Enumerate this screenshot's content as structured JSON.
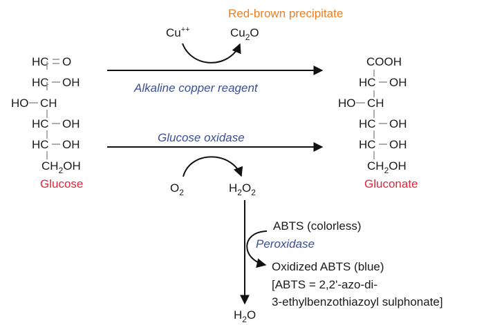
{
  "glucose": {
    "line1": "HC",
    "line1b": "O",
    "line2": "HC",
    "line2b": "OH",
    "line3a": "HO",
    "line3": "CH",
    "line4": "HC",
    "line4b": "OH",
    "line5": "HC",
    "line5b": "OH",
    "line6": "CH",
    "line6sub": "2",
    "line6b": "OH",
    "name": "Glucose"
  },
  "gluconate": {
    "line1": "COOH",
    "line2": "HC",
    "line2b": "OH",
    "line3a": "HO",
    "line3": "CH",
    "line4": "HC",
    "line4b": "OH",
    "line5": "HC",
    "line5b": "OH",
    "line6": "CH",
    "line6sub": "2",
    "line6b": "OH",
    "name": "Gluconate"
  },
  "top_reaction": {
    "reactant": "Cu",
    "reactant_sup": "++",
    "product": "Cu",
    "product_sub": "2",
    "product_b": "O",
    "product_note": "Red-brown precipitate",
    "label": "Alkaline copper reagent"
  },
  "bottom_reaction": {
    "label": "Glucose oxidase",
    "reactant": "O",
    "reactant_sub": "2",
    "product": "H",
    "product_sub1": "2",
    "product_b": "O",
    "product_sub2": "2"
  },
  "peroxidase": {
    "label": "Peroxidase",
    "reactant": "ABTS (colorless)",
    "product": "Oxidized ABTS (blue)",
    "note_line1": "[ABTS = 2,2'-azo-di-",
    "note_line2": "3-ethylbenzothiazoyl sulphonate]",
    "water": "H",
    "water_sub": "2",
    "water_b": "O"
  }
}
